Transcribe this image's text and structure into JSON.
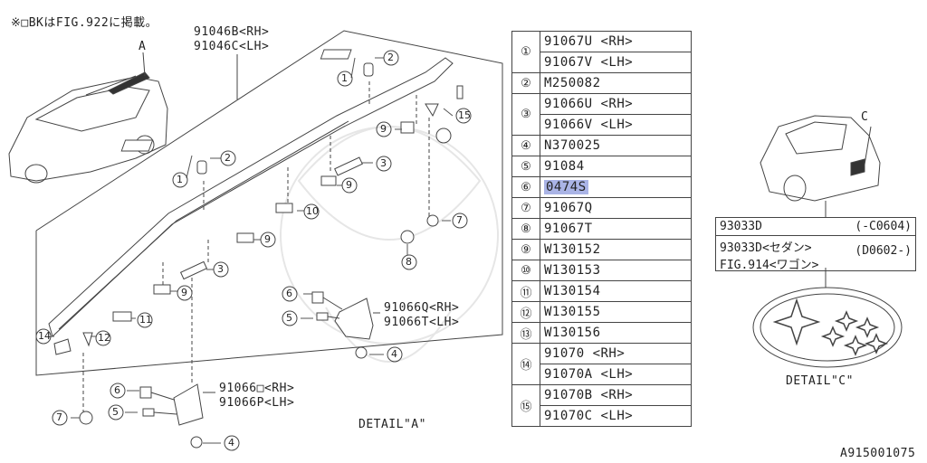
{
  "note": "※□BKはFIG.922に掲載。",
  "rail_labels": {
    "rh": "91046B<RH>",
    "lh": "91046C<LH>"
  },
  "detail_a": {
    "title": "DETAIL\"A\"",
    "bracket_upper": {
      "rh": "91066Q<RH>",
      "lh": "91066T<LH>"
    },
    "bracket_lower": {
      "rh": "91066□<RH>",
      "lh": "91066P<LH>"
    }
  },
  "callouts": {
    "a": "A",
    "c": "C"
  },
  "parts_table": [
    {
      "num": "①",
      "parts": [
        "91067U <RH>",
        "91067V <LH>"
      ]
    },
    {
      "num": "②",
      "parts": [
        "M250082"
      ]
    },
    {
      "num": "③",
      "parts": [
        "91066U <RH>",
        "91066V <LH>"
      ]
    },
    {
      "num": "④",
      "parts": [
        "N370025"
      ]
    },
    {
      "num": "⑤",
      "parts": [
        "91084"
      ]
    },
    {
      "num": "⑥",
      "parts": [
        "0474S"
      ],
      "highlight": true
    },
    {
      "num": "⑦",
      "parts": [
        "91067Q"
      ]
    },
    {
      "num": "⑧",
      "parts": [
        "91067T"
      ]
    },
    {
      "num": "⑨",
      "parts": [
        "W130152"
      ]
    },
    {
      "num": "⑩",
      "parts": [
        "W130153"
      ]
    },
    {
      "num": "⑪",
      "parts": [
        "W130154"
      ]
    },
    {
      "num": "⑫",
      "parts": [
        "W130155"
      ]
    },
    {
      "num": "⑬",
      "parts": [
        "W130156"
      ]
    },
    {
      "num": "⑭",
      "parts": [
        "91070 <RH>",
        "91070A <LH>"
      ]
    },
    {
      "num": "⑮",
      "parts": [
        "91070B <RH>",
        "91070C <LH>"
      ]
    }
  ],
  "detail_c": {
    "title": "DETAIL\"C\"",
    "row1_part": "93033D",
    "row1_range": "(-C0604)",
    "row2_part": "93033D<セダン>",
    "row2_range": "(D0602-)",
    "row3_part": "FIG.914<ワゴン>"
  },
  "figure_id": "A915001075",
  "colors": {
    "highlight": "#aab4e6",
    "line": "#444444"
  }
}
